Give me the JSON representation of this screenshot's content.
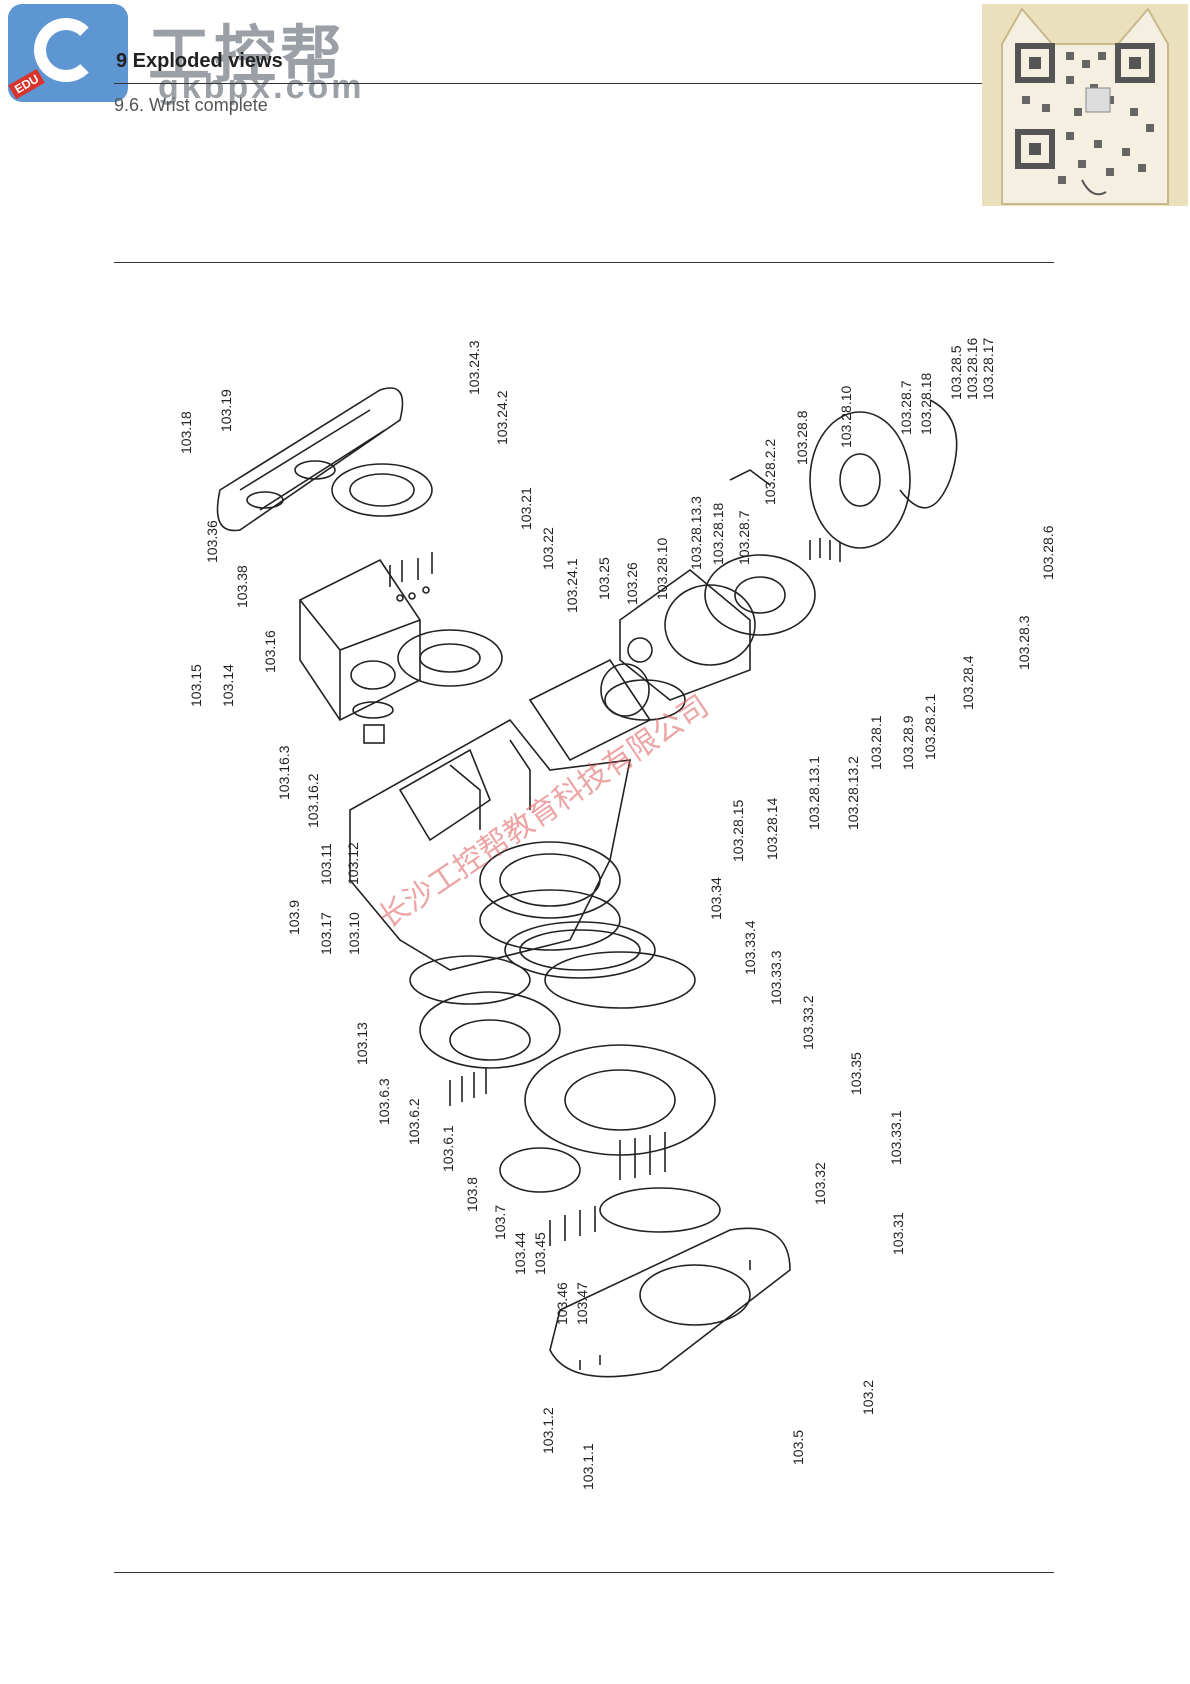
{
  "logo": {
    "text_cn": "工控帮",
    "url": "gkbpx.com",
    "badge": "EDU"
  },
  "header": {
    "chapter": "9 Exploded views",
    "section": "9.6. Wrist complete"
  },
  "watermark": "长沙工控帮教育科技有限公司",
  "callouts": [
    "103.18",
    "103.19",
    "103.24.3",
    "103.24.2",
    "103.36",
    "103.38",
    "103.21",
    "103.22",
    "103.15",
    "103.14",
    "103.16",
    "103.24.1",
    "103.25",
    "103.26",
    "103.28.10",
    "103.28.13.3",
    "103.28.18",
    "103.28.7",
    "103.28.2.2",
    "103.28.8",
    "103.28.10",
    "103.28.7",
    "103.28.18",
    "103.28.5",
    "103.28.16",
    "103.28.17",
    "103.28.6",
    "103.28.3",
    "103.28.4",
    "103.28.2.1",
    "103.28.9",
    "103.28.1",
    "103.28.13.2",
    "103.28.13.1",
    "103.28.14",
    "103.28.15",
    "103.16.3",
    "103.16.2",
    "103.11",
    "103.12",
    "103.9",
    "103.17",
    "103.10",
    "103.34",
    "103.33.4",
    "103.33.3",
    "103.33.2",
    "103.13",
    "103.6.3",
    "103.6.2",
    "103.6.1",
    "103.35",
    "103.8",
    "103.7",
    "103.33.1",
    "103.32",
    "103.44",
    "103.45",
    "103.31",
    "103.46",
    "103.47",
    "103.2",
    "103.1.2",
    "103.1.1",
    "103.5"
  ],
  "colors": {
    "line": "#222222",
    "logo_blue": "#5e95d3",
    "logo_grey": "#9aa0a6",
    "qr_bg": "#ebe0bd"
  }
}
